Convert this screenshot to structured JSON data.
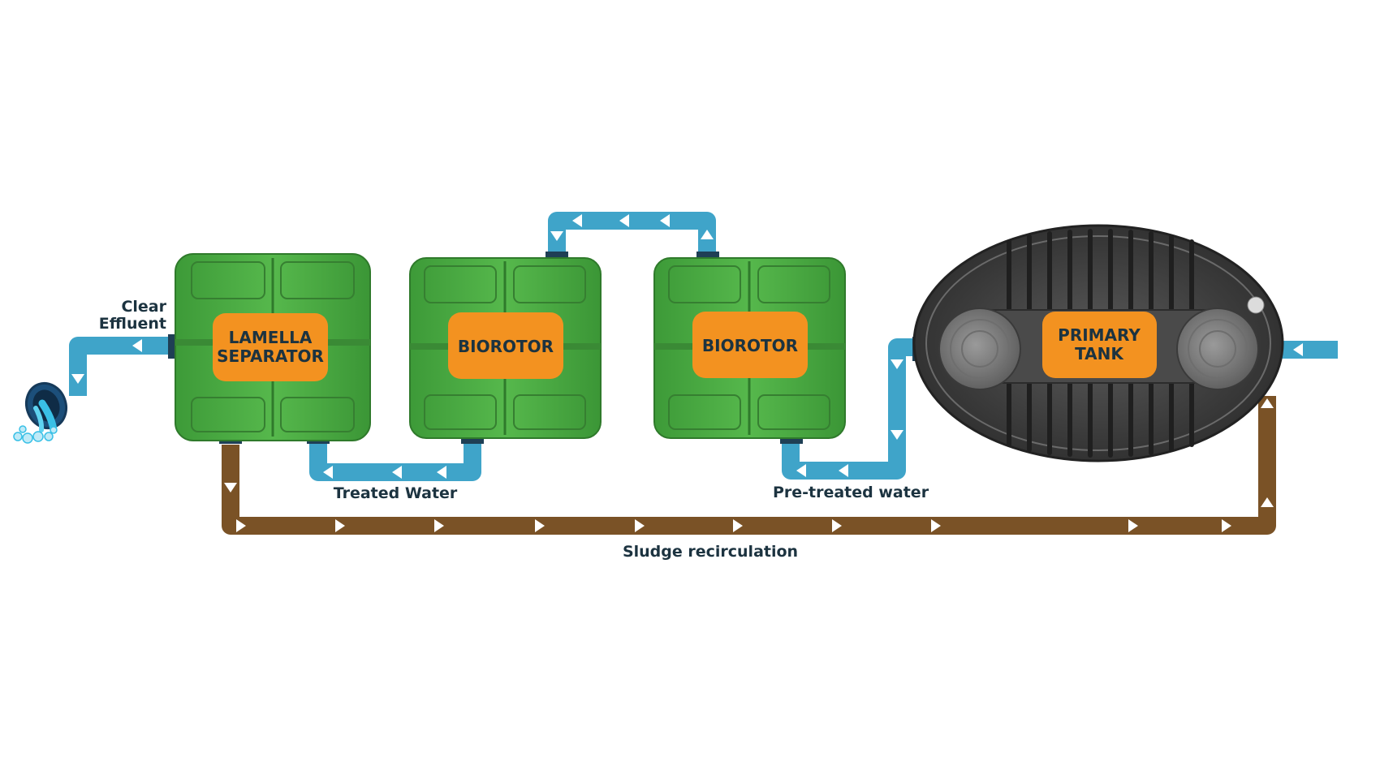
{
  "units": {
    "lamella": {
      "line1": "LAMELLA",
      "line2": "SEPARATOR"
    },
    "biorotor_1": {
      "label": "BIOROTOR"
    },
    "biorotor_2": {
      "label": "BIOROTOR"
    },
    "primary_tank": {
      "line1": "PRIMARY",
      "line2": "TANK"
    }
  },
  "flows": {
    "clear_effluent": {
      "line1": "Clear",
      "line2": "Effluent"
    },
    "treated_water": "Treated Water",
    "pre_treated_water": "Pre-treated water",
    "sludge_recirculation": "Sludge recirculation"
  },
  "colors": {
    "water_pipe": "#3fa4c9",
    "sludge_pipe": "#7a5226",
    "unit_green": "#4cae45",
    "label_orange": "#f39220",
    "tank_dark": "#3a3a3a",
    "label_text": "#1c3340"
  },
  "icons": [
    "outlet-pipe-icon",
    "flow-arrow-icon"
  ]
}
